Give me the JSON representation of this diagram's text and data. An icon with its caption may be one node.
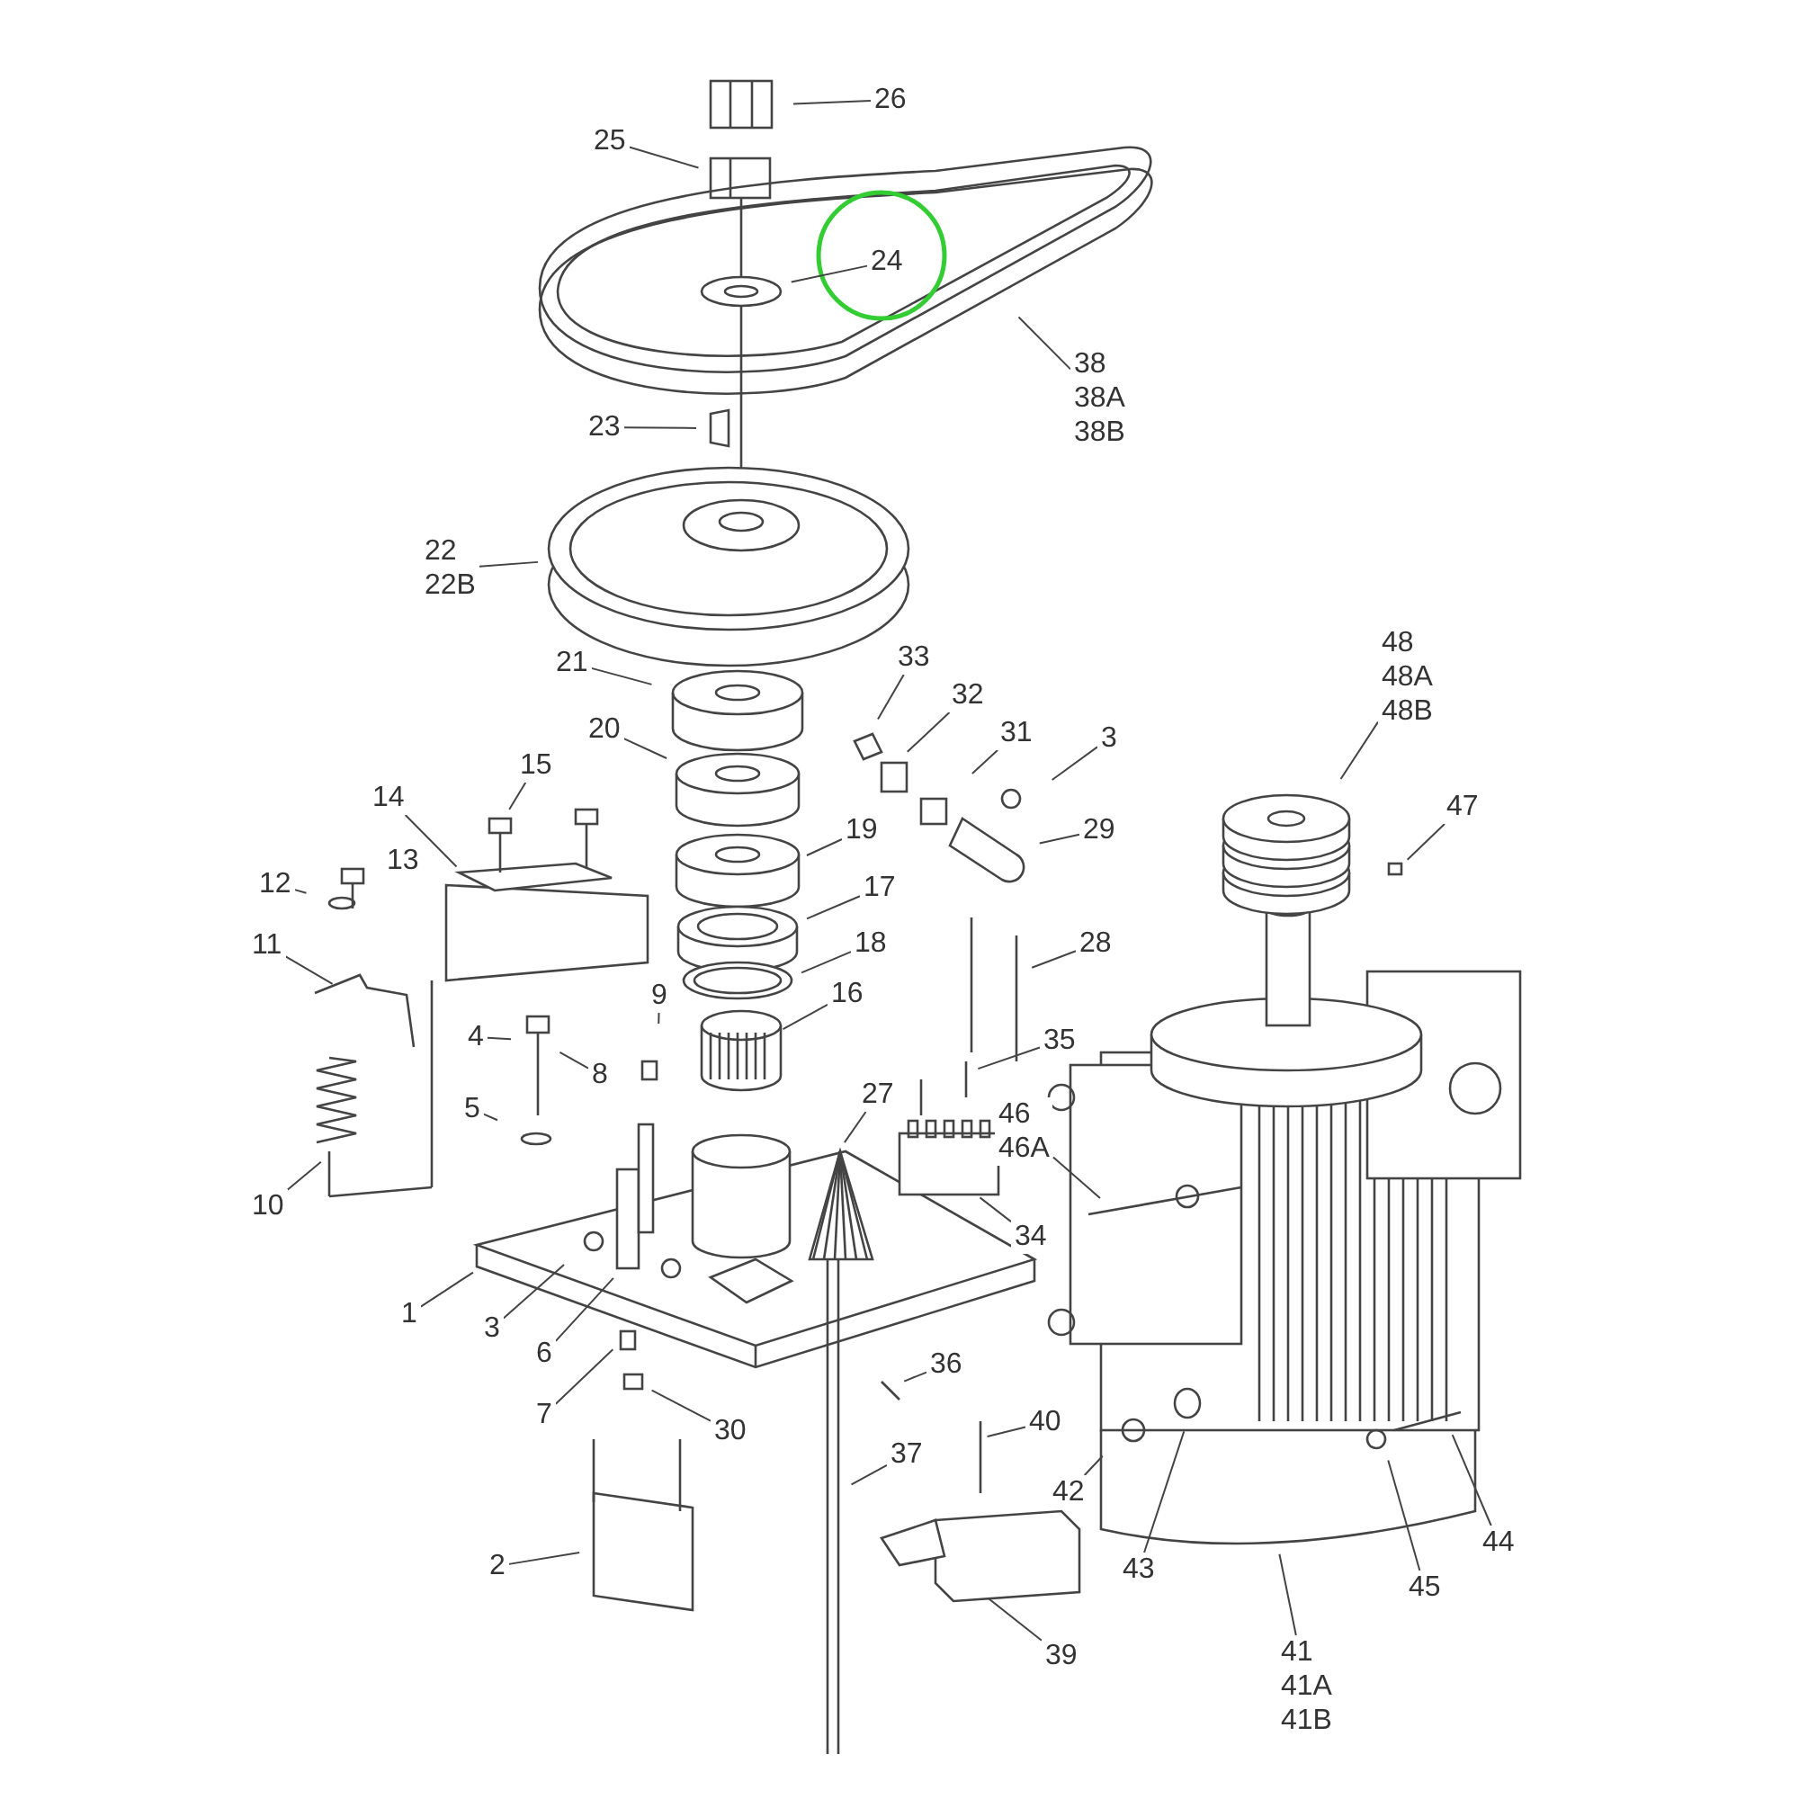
{
  "diagram": {
    "nodes": [
      {
        "text": [
          "26"
        ]
      },
      {
        "text": [
          "25"
        ]
      },
      {
        "text": [
          "24"
        ]
      },
      {
        "text": [
          "38",
          "38A",
          "38B"
        ]
      },
      {
        "text": [
          "23"
        ]
      },
      {
        "text": [
          "22",
          "22B"
        ]
      },
      {
        "text": [
          "21"
        ]
      },
      {
        "text": [
          "20"
        ]
      },
      {
        "text": [
          "33"
        ]
      },
      {
        "text": [
          "32"
        ]
      },
      {
        "text": [
          "31"
        ]
      },
      {
        "text": [
          "3"
        ]
      },
      {
        "text": [
          "29"
        ]
      },
      {
        "text": [
          "15"
        ]
      },
      {
        "text": [
          "14"
        ]
      },
      {
        "text": [
          "13"
        ]
      },
      {
        "text": [
          "12"
        ]
      },
      {
        "text": [
          "11"
        ]
      },
      {
        "text": [
          "19"
        ]
      },
      {
        "text": [
          "17"
        ]
      },
      {
        "text": [
          "18"
        ]
      },
      {
        "text": [
          "28"
        ]
      },
      {
        "text": [
          "9"
        ]
      },
      {
        "text": [
          "16"
        ]
      },
      {
        "text": [
          "4"
        ]
      },
      {
        "text": [
          "8"
        ]
      },
      {
        "text": [
          "35"
        ]
      },
      {
        "text": [
          "46",
          "46A"
        ]
      },
      {
        "text": [
          "27"
        ]
      },
      {
        "text": [
          "5"
        ]
      },
      {
        "text": [
          "34"
        ]
      },
      {
        "text": [
          "10"
        ]
      },
      {
        "text": [
          "1"
        ]
      },
      {
        "text": [
          "3"
        ]
      },
      {
        "text": [
          "6"
        ]
      },
      {
        "text": [
          "36"
        ]
      },
      {
        "text": [
          "7"
        ]
      },
      {
        "text": [
          "30"
        ]
      },
      {
        "text": [
          "40"
        ]
      },
      {
        "text": [
          "37"
        ]
      },
      {
        "text": [
          "42"
        ]
      },
      {
        "text": [
          "43"
        ]
      },
      {
        "text": [
          "45"
        ]
      },
      {
        "text": [
          "44"
        ]
      },
      {
        "text": [
          "2"
        ]
      },
      {
        "text": [
          "41",
          "41A",
          "41B"
        ]
      },
      {
        "text": [
          "39"
        ]
      },
      {
        "text": [
          "48",
          "48A",
          "48B"
        ]
      },
      {
        "text": [
          "47"
        ]
      }
    ],
    "edges": [
      {
        "from": 0,
        "to": null,
        "arrow": "none"
      },
      {
        "from": 1,
        "to": null,
        "arrow": "none"
      },
      {
        "from": 2,
        "to": null,
        "arrow": "none"
      },
      {
        "from": 3,
        "to": null,
        "arrow": "none"
      },
      {
        "from": 4,
        "to": null,
        "arrow": "none"
      },
      {
        "from": 5,
        "to": null,
        "arrow": "none"
      },
      {
        "from": 6,
        "to": null,
        "arrow": "none"
      },
      {
        "from": 7,
        "to": null,
        "arrow": "none"
      },
      {
        "from": 8,
        "to": null,
        "arrow": "none"
      },
      {
        "from": 9,
        "to": null,
        "arrow": "none"
      },
      {
        "from": 10,
        "to": null,
        "arrow": "none"
      },
      {
        "from": 11,
        "to": null,
        "arrow": "none"
      },
      {
        "from": 12,
        "to": null,
        "arrow": "none"
      },
      {
        "from": 13,
        "to": null,
        "arrow": "none"
      },
      {
        "from": 14,
        "to": null,
        "arrow": "none"
      },
      {
        "from": 15,
        "to": null,
        "arrow": "none"
      },
      {
        "from": 16,
        "to": null,
        "arrow": "none"
      },
      {
        "from": 17,
        "to": null,
        "arrow": "none"
      },
      {
        "from": 18,
        "to": null,
        "arrow": "none"
      },
      {
        "from": 19,
        "to": null,
        "arrow": "none"
      },
      {
        "from": 20,
        "to": null,
        "arrow": "none"
      },
      {
        "from": 21,
        "to": null,
        "arrow": "none"
      },
      {
        "from": 22,
        "to": null,
        "arrow": "none"
      },
      {
        "from": 23,
        "to": null,
        "arrow": "none"
      },
      {
        "from": 24,
        "to": null,
        "arrow": "none"
      },
      {
        "from": 25,
        "to": null,
        "arrow": "none"
      },
      {
        "from": 26,
        "to": null,
        "arrow": "none"
      },
      {
        "from": 27,
        "to": null,
        "arrow": "none"
      },
      {
        "from": 28,
        "to": null,
        "arrow": "none"
      },
      {
        "from": 29,
        "to": null,
        "arrow": "none"
      },
      {
        "from": 30,
        "to": null,
        "arrow": "none"
      },
      {
        "from": 31,
        "to": null,
        "arrow": "none"
      },
      {
        "from": 32,
        "to": null,
        "arrow": "none"
      },
      {
        "from": 33,
        "to": null,
        "arrow": "none"
      },
      {
        "from": 34,
        "to": null,
        "arrow": "none"
      },
      {
        "from": 35,
        "to": null,
        "arrow": "none"
      },
      {
        "from": 36,
        "to": null,
        "arrow": "none"
      },
      {
        "from": 37,
        "to": null,
        "arrow": "none"
      },
      {
        "from": 38,
        "to": null,
        "arrow": "none"
      },
      {
        "from": 39,
        "to": null,
        "arrow": "none"
      },
      {
        "from": 40,
        "to": null,
        "arrow": "none"
      },
      {
        "from": 41,
        "to": null,
        "arrow": "none"
      },
      {
        "from": 42,
        "to": null,
        "arrow": "none"
      },
      {
        "from": 43,
        "to": null,
        "arrow": "none"
      },
      {
        "from": 44,
        "to": null,
        "arrow": "none"
      },
      {
        "from": 45,
        "to": null,
        "arrow": "none"
      },
      {
        "from": 46,
        "to": null,
        "arrow": "none"
      },
      {
        "from": 47,
        "to": null,
        "arrow": "none"
      },
      {
        "from": 48,
        "to": null,
        "arrow": "none"
      }
    ]
  }
}
